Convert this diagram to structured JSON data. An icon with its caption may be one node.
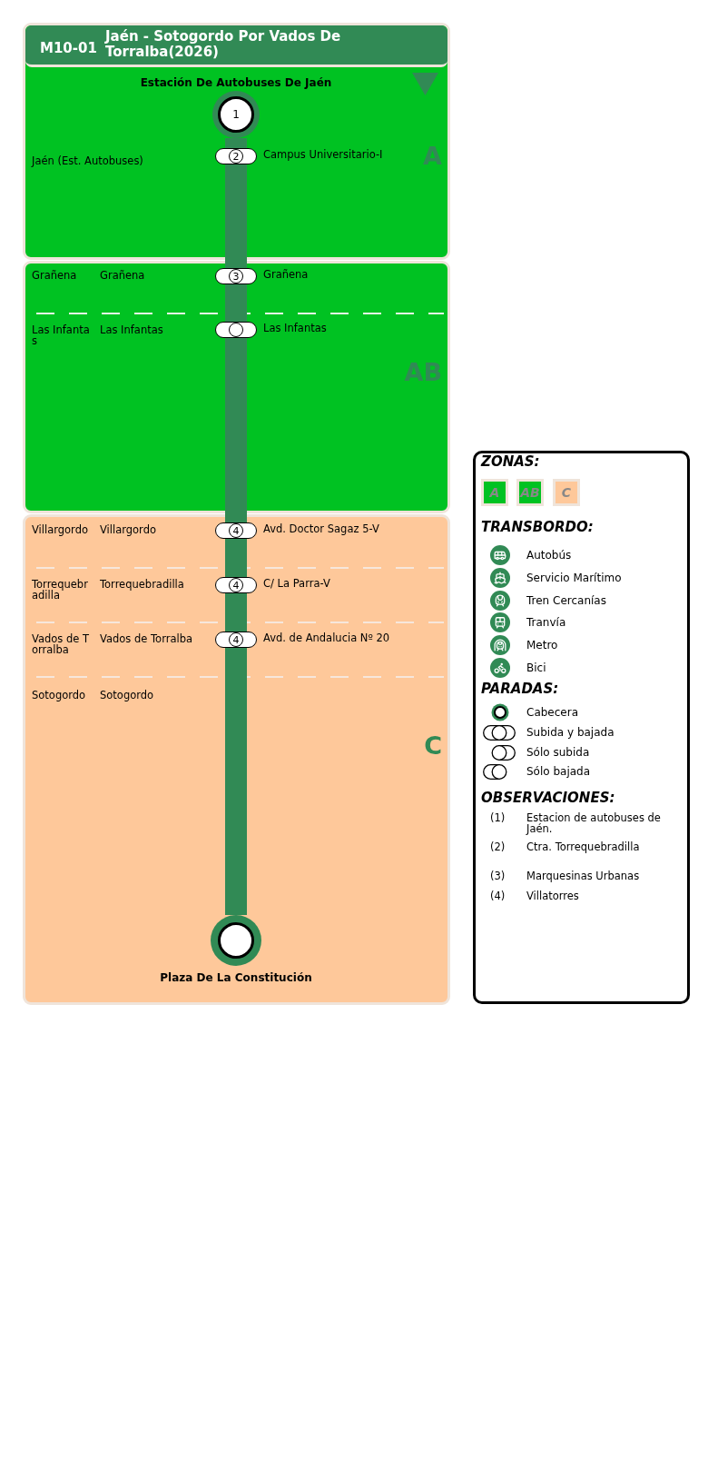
{
  "diagram": {
    "title": "Jaén - Sotogordo Por Vados De Torralba(2026)",
    "nodes": [
      {
        "text": [
          "A"
        ]
      },
      {
        "text": [
          "1"
        ],
        "in": 0,
        "beside": [
          "Estación De Autobuses De Jaén"
        ]
      },
      {
        "text": [
          "2"
        ],
        "in": 0,
        "beside": [
          "Campus Universitario-I"
        ]
      },
      {
        "text": [
          "AB"
        ]
      },
      {
        "text": [
          "3"
        ],
        "in": 3,
        "beside": [
          "Grañena"
        ]
      },
      {
        "text": [],
        "shape": "pill",
        "in": 3,
        "beside": [
          "Las Infantas"
        ]
      },
      {
        "text": [
          "C"
        ]
      },
      {
        "text": [
          "4"
        ],
        "in": 6,
        "beside": [
          "Avd. Doctor Sagaz 5-V"
        ]
      },
      {
        "text": [
          "4"
        ],
        "in": 6,
        "beside": [
          "C/ La Parra-V"
        ]
      },
      {
        "text": [
          "4"
        ],
        "in": 6,
        "beside": [
          "Avd. de Andalucia Nº 20"
        ]
      },
      {
        "text": [],
        "shape": "circle",
        "in": 6,
        "beside": [
          "Plaza De La Constitución"
        ]
      }
    ],
    "edges": [
      {
        "from": 1,
        "to": 2,
        "arrow": "none"
      },
      {
        "from": 2,
        "to": 4,
        "arrow": "none"
      },
      {
        "from": 4,
        "to": 5,
        "arrow": "none"
      },
      {
        "from": 5,
        "to": 7,
        "arrow": "none"
      },
      {
        "from": 7,
        "to": 8,
        "arrow": "none"
      },
      {
        "from": 8,
        "to": 9,
        "arrow": "none"
      },
      {
        "from": 9,
        "to": 10,
        "arrow": "none"
      }
    ],
    "labels": [
      "M10-01",
      "Jaén (Est. Autobuses)",
      "Grañena",
      "Grañena",
      "Las Infantas",
      "Las Infantas",
      "Villargordo",
      "Villargordo",
      "Torrequebradilla",
      "Torrequebradilla",
      "Vados de Torralba",
      "Vados de Torralba",
      "Sotogordo",
      "Sotogordo",
      "ZONAS:",
      "TRANSBORDO:",
      "PARADAS:",
      "OBSERVACIONES:",
      "(1)",
      "Estacion de autobuses de Jaén.",
      "(2)",
      "Ctra. Torrequebradilla",
      "(3)",
      "Marquesinas Urbanas",
      "(4)",
      "Villatorres"
    ],
    "legend": [
      {
        "text": "A",
        "color": "#00c222"
      },
      {
        "text": "AB",
        "color": "#00c222"
      },
      {
        "text": "C",
        "color": "#fec89a"
      },
      {
        "text": "Autobús"
      },
      {
        "text": "Servicio Marítimo"
      },
      {
        "text": "Tren Cercanías"
      },
      {
        "text": "Tranvía"
      },
      {
        "text": "Metro"
      },
      {
        "text": "Bici"
      },
      {
        "text": "Cabecera"
      },
      {
        "text": "Subida y bajada"
      },
      {
        "text": "Sólo subida"
      },
      {
        "text": "Sólo bajada"
      }
    ]
  }
}
